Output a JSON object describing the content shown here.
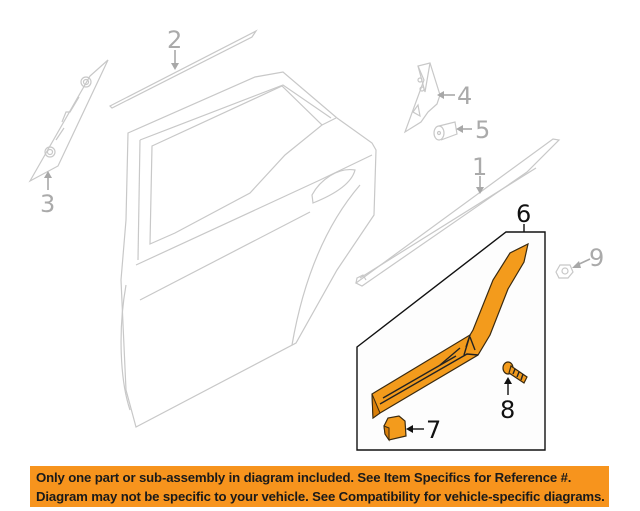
{
  "diagram": {
    "callouts": [
      {
        "id": "1",
        "label": "1",
        "part": "outer-belt-weatherstrip",
        "highlighted": false
      },
      {
        "id": "2",
        "label": "2",
        "part": "window-channel-molding",
        "highlighted": false
      },
      {
        "id": "3",
        "label": "3",
        "part": "pillar-applique",
        "highlighted": false
      },
      {
        "id": "4",
        "label": "4",
        "part": "sash-garnish",
        "highlighted": false
      },
      {
        "id": "5",
        "label": "5",
        "part": "grommet",
        "highlighted": false
      },
      {
        "id": "6",
        "label": "6",
        "part": "body-side-molding",
        "highlighted": true
      },
      {
        "id": "7",
        "label": "7",
        "part": "clip",
        "highlighted": true
      },
      {
        "id": "8",
        "label": "8",
        "part": "screw",
        "highlighted": true
      },
      {
        "id": "9",
        "label": "9",
        "part": "nut",
        "highlighted": false
      }
    ],
    "colors": {
      "highlight_part": "#f39b1c",
      "ghost_line": "#c8c8c8",
      "callout_gray": "#aaaaaa",
      "callout_dark": "#111111"
    }
  },
  "banner": {
    "line1": "Only one part or sub-assembly in diagram included. See Item Specifics for Reference #.",
    "line2": "Diagram may not be specific to your vehicle. See Compatibility for vehicle-specific diagrams.",
    "background": "#f7941d"
  }
}
